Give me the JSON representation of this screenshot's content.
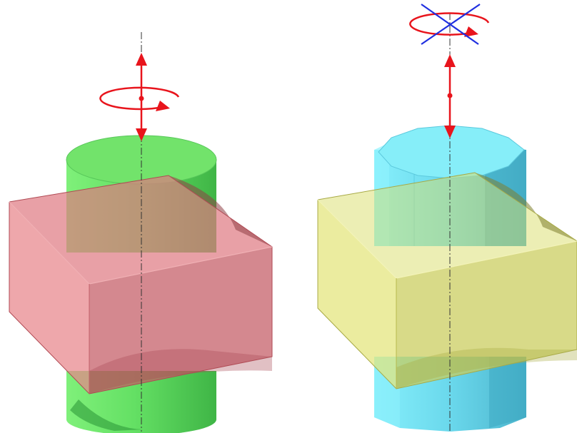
{
  "figures": [
    {
      "id": "left",
      "cylinder": {
        "shape": "round cylinder",
        "color": "#6fe86f"
      },
      "box": {
        "color": "#e0737a",
        "opacity": 0.62
      },
      "axis_motion": {
        "translation": "allowed",
        "rotation": "allowed"
      },
      "accent_color": "#e8141c"
    },
    {
      "id": "right",
      "cylinder": {
        "shape": "polygonal prism",
        "color": "#74e6f6"
      },
      "box": {
        "color": "#dce27a",
        "opacity": 0.62
      },
      "axis_motion": {
        "translation": "allowed",
        "rotation": "blocked"
      },
      "accent_color": "#e8141c",
      "blocked_color": "#1f2fe0"
    }
  ]
}
